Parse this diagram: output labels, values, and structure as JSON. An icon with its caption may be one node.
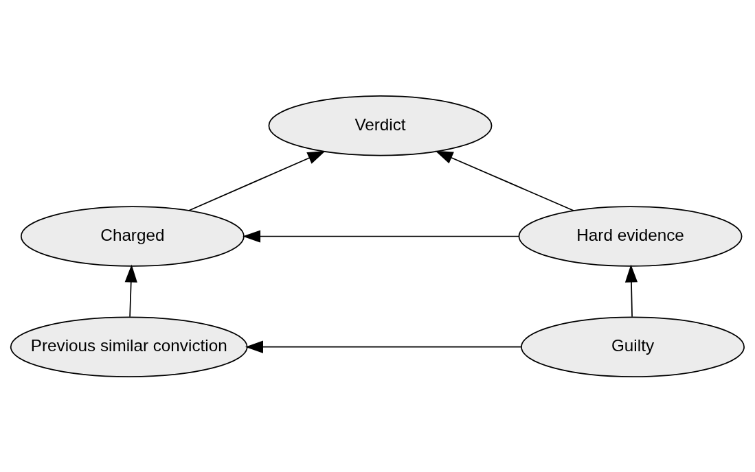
{
  "diagram": {
    "nodes": [
      {
        "text": [
          "Verdict"
        ]
      },
      {
        "text": [
          "Charged"
        ]
      },
      {
        "text": [
          "Hard evidence"
        ]
      },
      {
        "text": [
          "Previous similar conviction"
        ]
      },
      {
        "text": [
          "Guilty"
        ]
      }
    ],
    "edges": [
      {
        "from": 1,
        "to": 0,
        "arrow": "to"
      },
      {
        "from": 2,
        "to": 0,
        "arrow": "to"
      },
      {
        "from": 2,
        "to": 1,
        "arrow": "to"
      },
      {
        "from": 3,
        "to": 1,
        "arrow": "to"
      },
      {
        "from": 4,
        "to": 2,
        "arrow": "to"
      },
      {
        "from": 4,
        "to": 3,
        "arrow": "to"
      }
    ]
  }
}
